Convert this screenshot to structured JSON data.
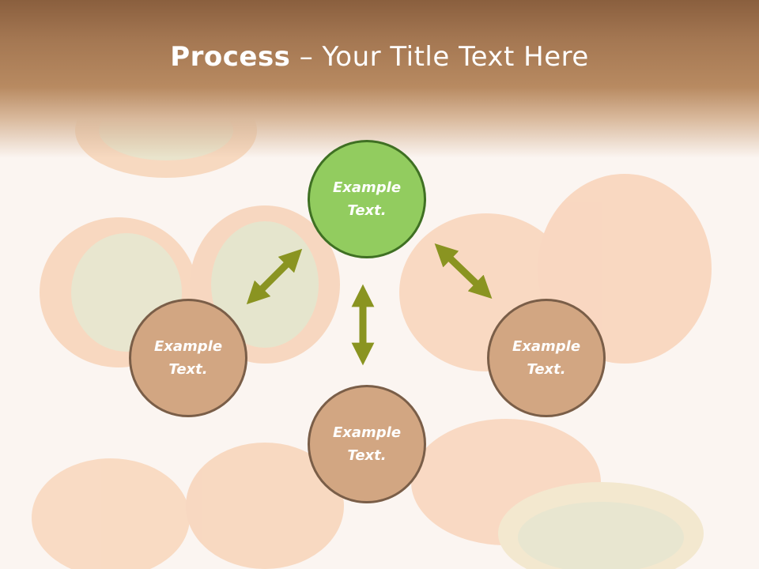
{
  "slide": {
    "title_strong": "Process",
    "title_rest": " – Your Title Text Here"
  },
  "nodes": {
    "top": "Example Text.",
    "left": "Example Text.",
    "right": "Example Text.",
    "bottom": "Example Text."
  },
  "colors": {
    "header": "#a47752",
    "node_green_fill": "#92cc5f",
    "node_green_border": "#3f7023",
    "node_tan_fill": "#d2a682",
    "node_tan_border": "#7a5e48",
    "arrow": "#8a9421"
  }
}
